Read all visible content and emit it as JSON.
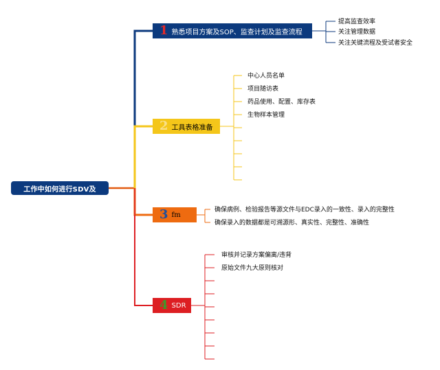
{
  "root": {
    "label": "工作中如何进行SDV及"
  },
  "branches": [
    {
      "number": "1",
      "label": "熟悉项目方案及SOP、监查计划及监查流程",
      "color": "#0c3a7e",
      "leaves": [
        "提高监查效率",
        "关注管理数据",
        "关注关键流程及受试者安全"
      ]
    },
    {
      "number": "2",
      "label": "工具表格准备",
      "color": "#f4c61a",
      "leaves": [
        "中心人员名单",
        "项目随访表",
        "药品使用、配置、库存表",
        "生物样本管理",
        "",
        "",
        "",
        "",
        ""
      ]
    },
    {
      "number": "3",
      "label": "fm",
      "color": "#ee6b10",
      "leaves": [
        "确保病例、检验报告等源文件与EDC录入的一致性、录入的完整性",
        "确保录入的数据都是可溯源形、真实性、完整性、准确性"
      ]
    },
    {
      "number": "4",
      "label": "SDR",
      "color": "#dd1e22",
      "leaves": [
        "审核并记录方案偏离/违背",
        "原始文件九大原则核对",
        "",
        "",
        "",
        "",
        "",
        ""
      ]
    }
  ],
  "colors": {
    "trunk": "#0c3a7e",
    "leaf_line": "#8a9cc0"
  }
}
